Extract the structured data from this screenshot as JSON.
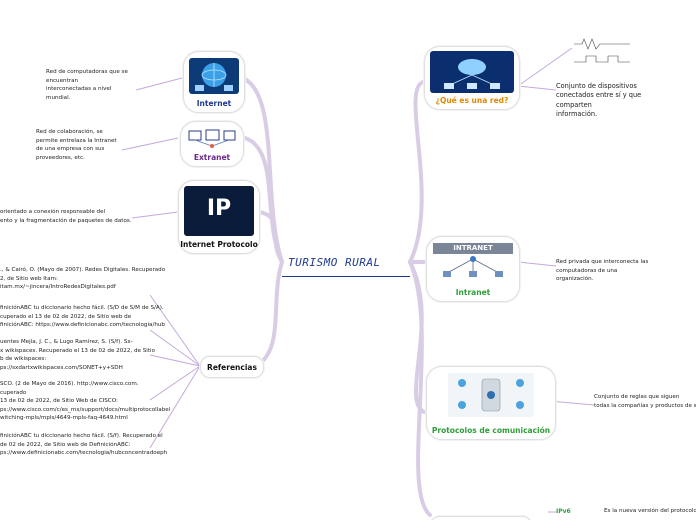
{
  "central": "TURISMO RURAL",
  "nodes": {
    "internet": {
      "label": "Internet",
      "note": [
        "Red de computadoras que se",
        "encuentran",
        "interconectadas a nivel",
        "mundial."
      ]
    },
    "extranet": {
      "label": "Extranet",
      "note": [
        "Red de colaboración, se",
        "permite entrelaza la Intranet",
        "de una empresa con sus",
        "proveedores, etc."
      ]
    },
    "ip": {
      "label": "Internet Protocolo",
      "icon_text": "IP",
      "note": [
        "orientado a conexión responsable del",
        "ento y la fragmentación de paquetes de datos."
      ]
    },
    "referencias": {
      "label": "Referencias",
      "notes": [
        [
          "., & Cairó, O. (Mayo de 2007). Redes Digitales. Recuperado",
          "2, de Sitio web Itam:",
          "itam.mx/~jincera/IntroRedesDigitales.pdf"
        ],
        [
          "finiciónABC tu diccionario hecho fácil. (S/D de S/M de S/A).",
          "cuperado el 13 de 02 de 2022, de Sitio web de",
          "finiciónABC: https://www.definicionabc.com/tecnologia/hub"
        ],
        [
          "uentes Mejía, J. C., & Lugo Ramírez, S. (S/f). Sx-",
          "x wikispaces. Recuperado el 13 de 02 de 2022, de Sitio",
          "b de wikispaces:",
          "ps://sxdartxwikispaces.com/SONET+y+SDH"
        ],
        [
          "SCO. (2 de Mayo de 2016). http://www.cisco.com.",
          "cuperado",
          "13 de 02 de 2022, de Sitio Web de CISCO:",
          "ps://www.cisco.com/c/es_mx/support/docs/multiprotocollabel",
          "witching-mpls/mpls/4649-mpls-faq-4649.html"
        ],
        [
          "finiciónABC tu diccionario hecho fácil. (S/f). Recuperado el",
          "de 02 de 2022, de Sitio web de DefiniciónABC:",
          "ps://www.definicionabc.com/tecnologia/hubconcentradoeph"
        ]
      ]
    },
    "que_es_red": {
      "label": "¿Qué es una red?",
      "note": [
        "Conjunto de dispositivos",
        "conectados entre sí y que",
        "comparten",
        "información."
      ]
    },
    "intranet": {
      "label": "Intranet",
      "icon_text": "INTRANET",
      "note": [
        "Red privada que interconecta las",
        "computadoras de una",
        "organización."
      ]
    },
    "protocolos": {
      "label": "Protocolos de comunicación",
      "note": [
        "Conjunto de reglas que siguen",
        "todas la compañías y productos de so"
      ]
    },
    "ipv6": {
      "label": "IPv6",
      "note": [
        "Es la nueva versión del protocolo"
      ]
    }
  },
  "colors": {
    "purple": "#6a2a8a",
    "blue": "#1f3a93",
    "orange": "#e08a00",
    "green": "#2e9e3a",
    "link": "#d9cde6"
  },
  "icons": {
    "internet": "globe-network-icon",
    "extranet": "network-computers-icon",
    "ip": "ip-badge-icon",
    "que_es_red": "cloud-network-icon",
    "intranet": "intranet-network-icon",
    "protocolos": "protocol-devices-icon",
    "wave": "signal-wave-icon"
  }
}
